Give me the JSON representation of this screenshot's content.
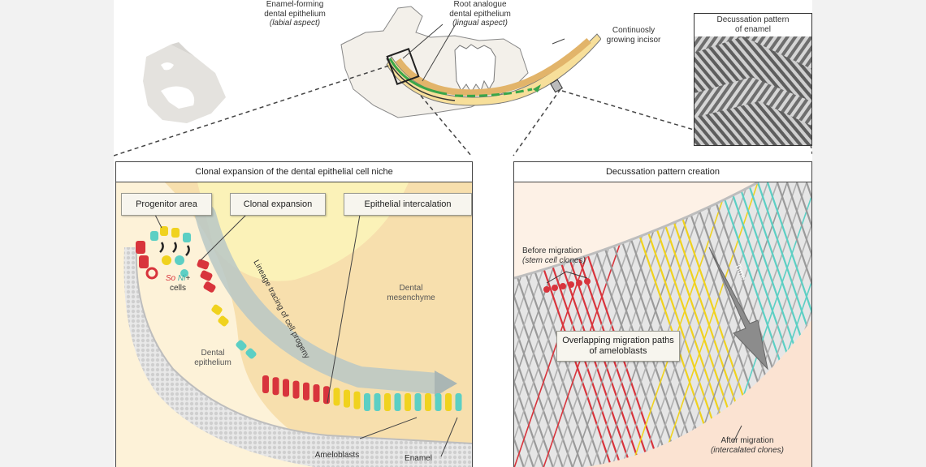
{
  "top": {
    "enamel_forming": {
      "line1": "Enamel-forming",
      "line2": "dental epithelium",
      "line3": "(labial aspect)"
    },
    "root_analogue": {
      "line1": "Root analogue",
      "line2": "dental epithelium",
      "line3": "(lingual aspect)"
    },
    "incisor": {
      "line1": "Continuosly",
      "line2": "growing incisor"
    },
    "decussation_box": {
      "line1": "Decussation pattern",
      "line2": "of enamel"
    }
  },
  "left_panel": {
    "title": "Clonal expansion of the dental epithelial cell niche",
    "callouts": {
      "progenitor": "Progenitor area",
      "clonal": "Clonal expansion",
      "epithelial": "Epithelial intercalation"
    },
    "cells": {
      "so": "So",
      "ni": "Ni",
      "plus": "+",
      "cells": "cells"
    },
    "lineage": "Lineage tracing of cell progeny",
    "mesenchyme": {
      "line1": "Dental",
      "line2": "mesenchyme"
    },
    "epithelium": {
      "line1": "Dental",
      "line2": "epithelium"
    },
    "ameloblasts": "Ameloblasts",
    "enamel": "Enamel"
  },
  "right_panel": {
    "title": "Decussation pattern creation",
    "before": {
      "line1": "Before migration",
      "line2": "(stem cell clones)"
    },
    "overlap": {
      "line1": "Overlapping migration paths",
      "line2": "of ameloblasts"
    },
    "time": "Time",
    "after": {
      "line1": "After migration",
      "line2": "(intercalated clones)"
    }
  },
  "colors": {
    "red": "#d8343c",
    "yellow": "#f0d21e",
    "teal": "#5ccfc4",
    "green": "#3aa64a",
    "orange_bg": "#f6d9a6",
    "yellow_bg": "#fbf0b4"
  }
}
